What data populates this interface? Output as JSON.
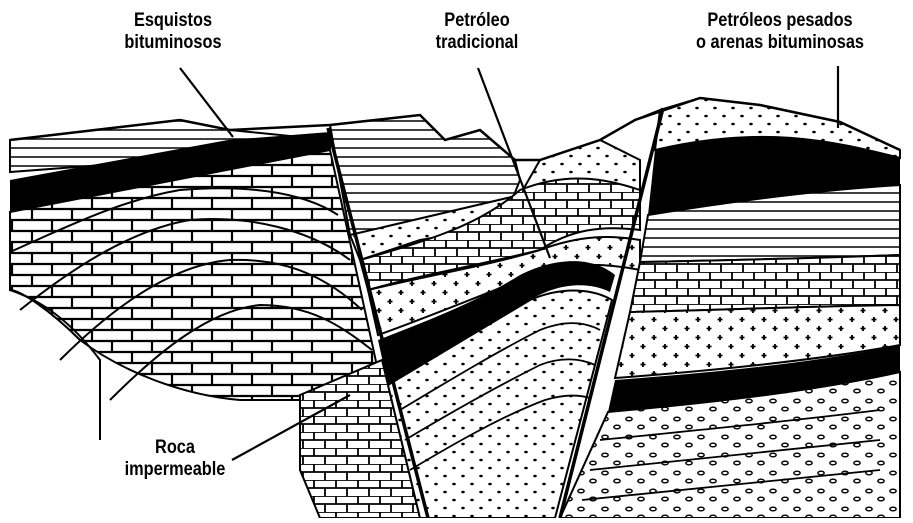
{
  "labels": {
    "oil_shale": {
      "line1": "Esquistos",
      "line2": "bituminosos"
    },
    "conventional_oil": {
      "line1": "Petróleo",
      "line2": "tradicional"
    },
    "heavy_oil": {
      "line1": "Petróleos pesados",
      "line2": "o arenas bituminosas"
    },
    "cap_rock": {
      "line1": "Roca",
      "line2": "impermeable"
    }
  },
  "colors": {
    "ink": "#000000",
    "paper": "#ffffff"
  }
}
